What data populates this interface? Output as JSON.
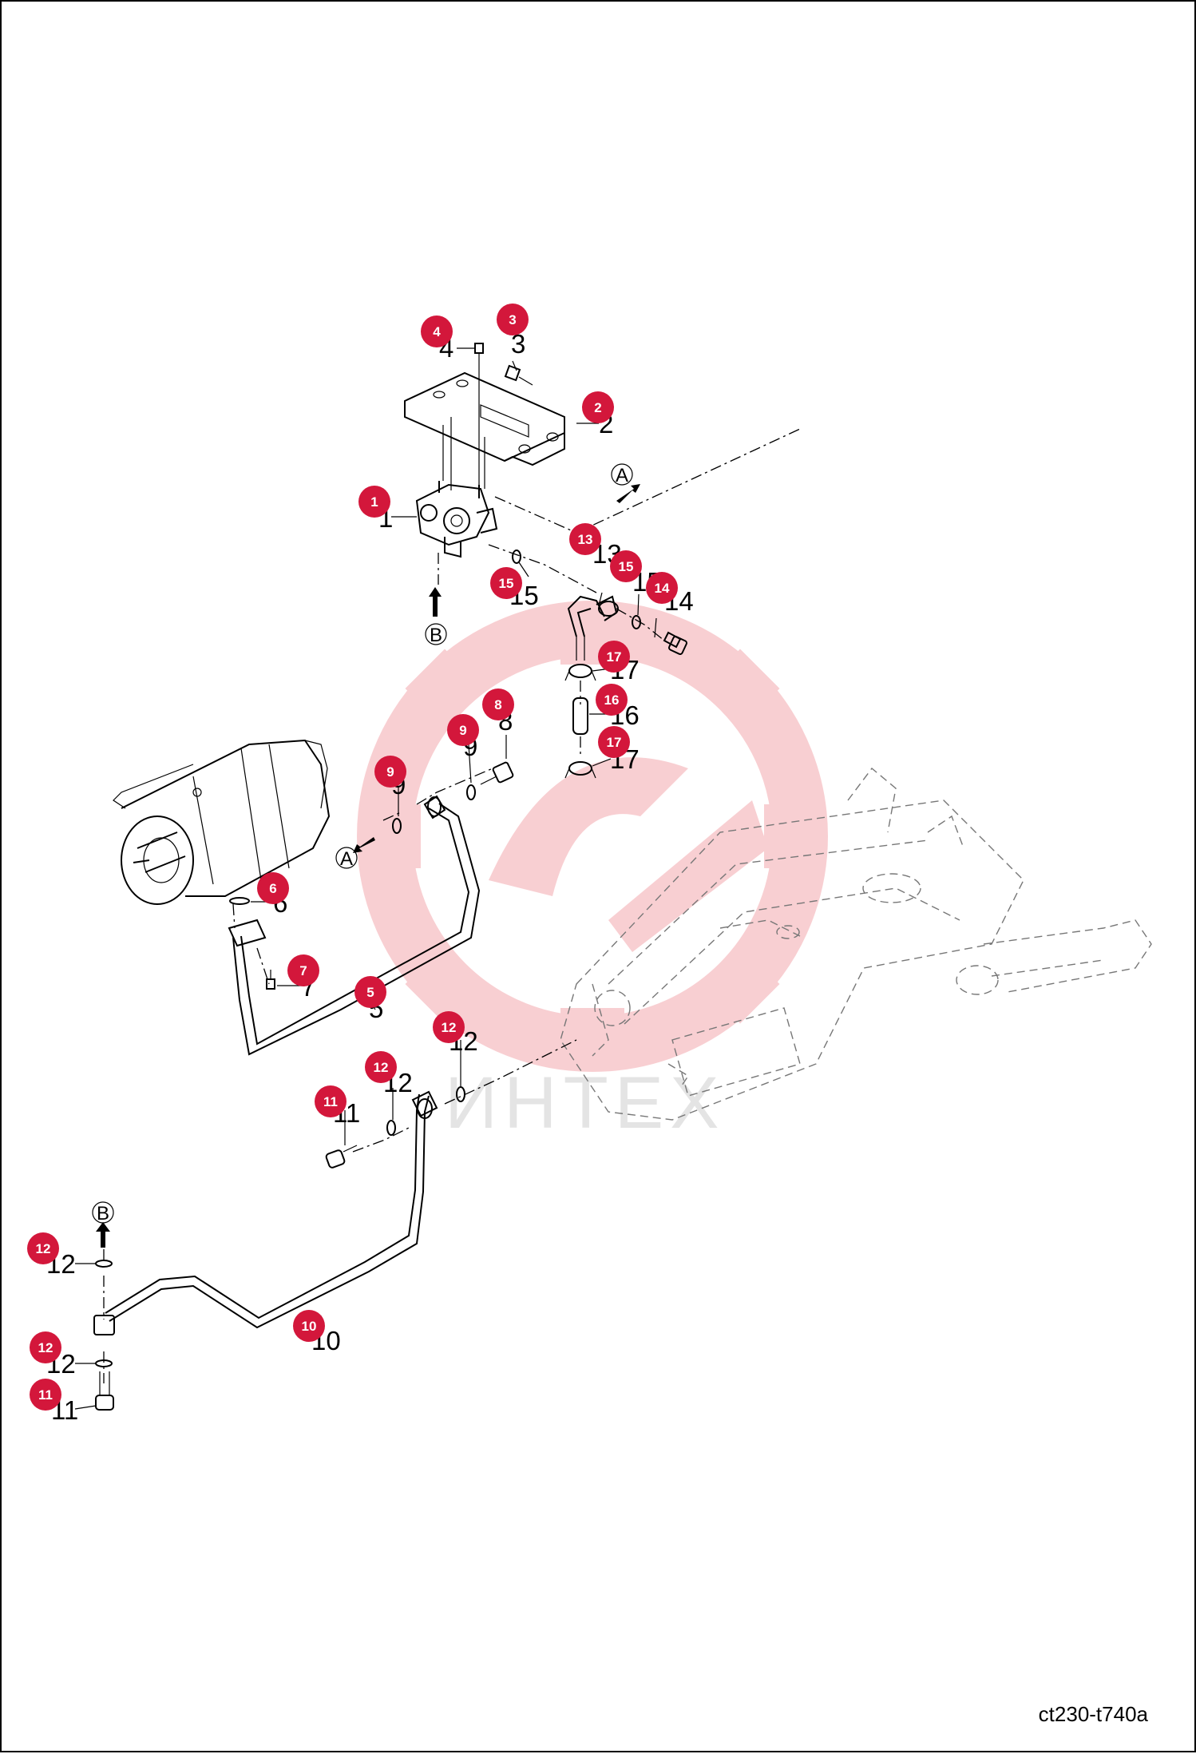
{
  "drawing_code": "ct230-t740a",
  "watermark_text": "ИНТЕХ",
  "colors": {
    "callout": "#d3173b",
    "callout_text": "#ffffff",
    "watermark": "#f4a9ae",
    "line": "#000000"
  },
  "arrow_letters": {
    "a": "A",
    "b": "B"
  },
  "callouts": [
    {
      "id": "1",
      "number": "1",
      "label": "1"
    },
    {
      "id": "2",
      "number": "2",
      "label": "2"
    },
    {
      "id": "3",
      "number": "3",
      "label": "3"
    },
    {
      "id": "4",
      "number": "4",
      "label": "4"
    },
    {
      "id": "5",
      "number": "5",
      "label": "5"
    },
    {
      "id": "6",
      "number": "6",
      "label": "6"
    },
    {
      "id": "7",
      "number": "7",
      "label": "7"
    },
    {
      "id": "8",
      "number": "8",
      "label": "8"
    },
    {
      "id": "9a",
      "number": "9",
      "label": "9"
    },
    {
      "id": "9b",
      "number": "9",
      "label": "9"
    },
    {
      "id": "10",
      "number": "10",
      "label": "10"
    },
    {
      "id": "11a",
      "number": "11",
      "label": "11"
    },
    {
      "id": "11b",
      "number": "11",
      "label": "11"
    },
    {
      "id": "12a",
      "number": "12",
      "label": "12"
    },
    {
      "id": "12b",
      "number": "12",
      "label": "12"
    },
    {
      "id": "12c",
      "number": "12",
      "label": "12"
    },
    {
      "id": "12d",
      "number": "12",
      "label": "12"
    },
    {
      "id": "13",
      "number": "13",
      "label": "13"
    },
    {
      "id": "14",
      "number": "14",
      "label": "14"
    },
    {
      "id": "15a",
      "number": "15",
      "label": "15"
    },
    {
      "id": "15b",
      "number": "15",
      "label": "15"
    },
    {
      "id": "16",
      "number": "16",
      "label": "16"
    },
    {
      "id": "17a",
      "number": "17",
      "label": "17"
    },
    {
      "id": "17b",
      "number": "17",
      "label": "17"
    }
  ]
}
